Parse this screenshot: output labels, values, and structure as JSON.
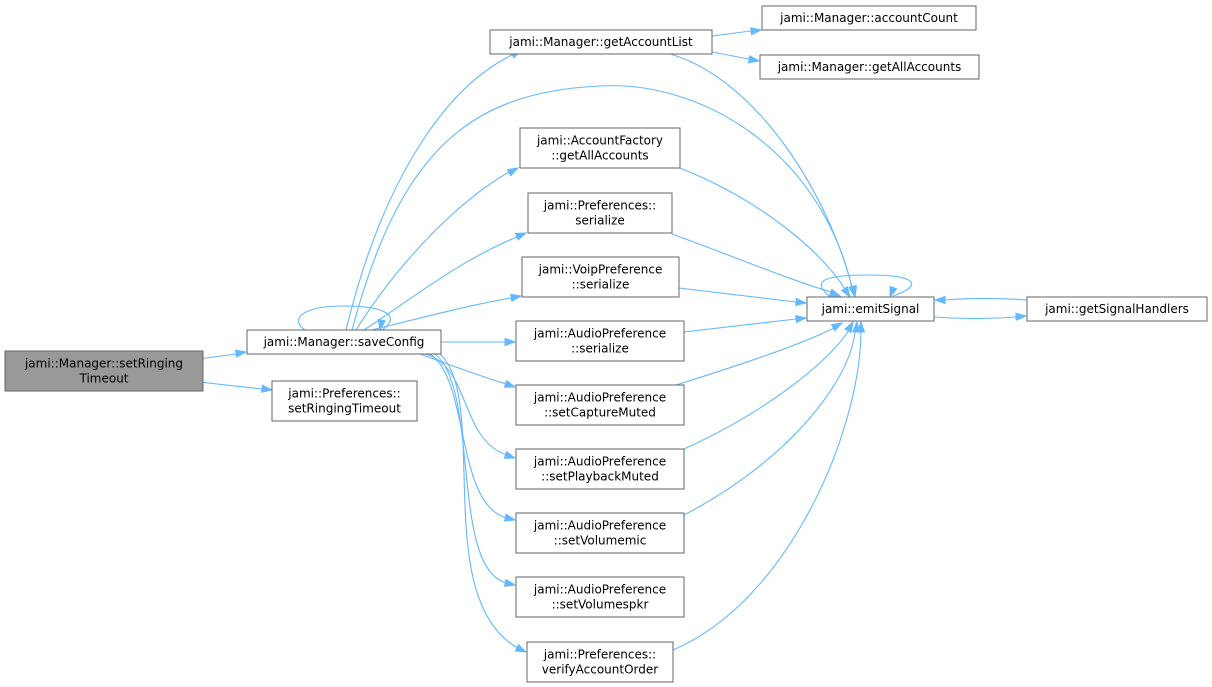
{
  "colors": {
    "edge": "#63b8ff",
    "node_border": "#666666",
    "node_fill": "#ffffff",
    "root_fill": "#999999"
  },
  "nodes": [
    {
      "id": "setRingingTimeout",
      "lines": [
        "jami::Manager::setRinging",
        "Timeout"
      ],
      "root": true
    },
    {
      "id": "saveConfig",
      "lines": [
        "jami::Manager::saveConfig"
      ]
    },
    {
      "id": "prefSetRingingTimeout",
      "lines": [
        "jami::Preferences::",
        "setRingingTimeout"
      ]
    },
    {
      "id": "getAccountList",
      "lines": [
        "jami::Manager::getAccountList"
      ]
    },
    {
      "id": "accountCount",
      "lines": [
        "jami::Manager::accountCount"
      ]
    },
    {
      "id": "mgrGetAllAccounts",
      "lines": [
        "jami::Manager::getAllAccounts"
      ]
    },
    {
      "id": "factoryGetAllAccounts",
      "lines": [
        "jami::AccountFactory",
        "::getAllAccounts"
      ]
    },
    {
      "id": "prefSerialize",
      "lines": [
        "jami::Preferences::",
        "serialize"
      ]
    },
    {
      "id": "voipSerialize",
      "lines": [
        "jami::VoipPreference",
        "::serialize"
      ]
    },
    {
      "id": "audioSerialize",
      "lines": [
        "jami::AudioPreference",
        "::serialize"
      ]
    },
    {
      "id": "setCaptureMuted",
      "lines": [
        "jami::AudioPreference",
        "::setCaptureMuted"
      ]
    },
    {
      "id": "setPlaybackMuted",
      "lines": [
        "jami::AudioPreference",
        "::setPlaybackMuted"
      ]
    },
    {
      "id": "setVolumemic",
      "lines": [
        "jami::AudioPreference",
        "::setVolumemic"
      ]
    },
    {
      "id": "setVolumespkr",
      "lines": [
        "jami::AudioPreference",
        "::setVolumespkr"
      ]
    },
    {
      "id": "verifyAccountOrder",
      "lines": [
        "jami::Preferences::",
        "verifyAccountOrder"
      ]
    },
    {
      "id": "emitSignal",
      "lines": [
        "jami::emitSignal"
      ]
    },
    {
      "id": "getSignalHandlers",
      "lines": [
        "jami::getSignalHandlers"
      ]
    }
  ],
  "edges": [
    {
      "from": "setRingingTimeout",
      "to": "saveConfig"
    },
    {
      "from": "setRingingTimeout",
      "to": "prefSetRingingTimeout"
    },
    {
      "from": "saveConfig",
      "to": "saveConfig"
    },
    {
      "from": "saveConfig",
      "to": "getAccountList"
    },
    {
      "from": "saveConfig",
      "to": "emitSignal"
    },
    {
      "from": "saveConfig",
      "to": "factoryGetAllAccounts"
    },
    {
      "from": "saveConfig",
      "to": "prefSerialize"
    },
    {
      "from": "saveConfig",
      "to": "voipSerialize"
    },
    {
      "from": "saveConfig",
      "to": "audioSerialize"
    },
    {
      "from": "saveConfig",
      "to": "setCaptureMuted"
    },
    {
      "from": "saveConfig",
      "to": "setPlaybackMuted"
    },
    {
      "from": "saveConfig",
      "to": "setVolumemic"
    },
    {
      "from": "saveConfig",
      "to": "setVolumespkr"
    },
    {
      "from": "saveConfig",
      "to": "verifyAccountOrder"
    },
    {
      "from": "getAccountList",
      "to": "accountCount"
    },
    {
      "from": "getAccountList",
      "to": "mgrGetAllAccounts"
    },
    {
      "from": "getAccountList",
      "to": "emitSignal"
    },
    {
      "from": "factoryGetAllAccounts",
      "to": "emitSignal"
    },
    {
      "from": "prefSerialize",
      "to": "emitSignal"
    },
    {
      "from": "voipSerialize",
      "to": "emitSignal"
    },
    {
      "from": "audioSerialize",
      "to": "emitSignal"
    },
    {
      "from": "setCaptureMuted",
      "to": "emitSignal"
    },
    {
      "from": "setPlaybackMuted",
      "to": "emitSignal"
    },
    {
      "from": "setVolumemic",
      "to": "emitSignal"
    },
    {
      "from": "verifyAccountOrder",
      "to": "emitSignal"
    },
    {
      "from": "emitSignal",
      "to": "emitSignal"
    },
    {
      "from": "emitSignal",
      "to": "getSignalHandlers"
    },
    {
      "from": "getSignalHandlers",
      "to": "emitSignal"
    }
  ]
}
